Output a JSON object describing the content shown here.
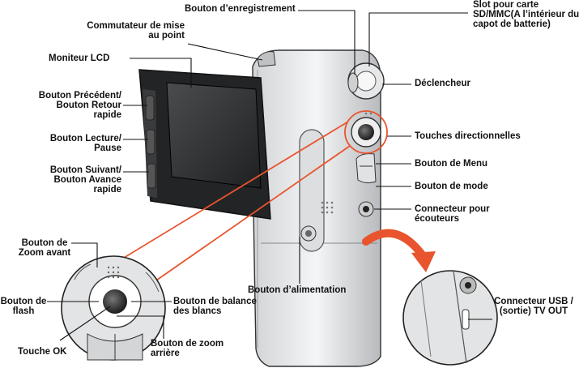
{
  "labels": {
    "record_button": "Bouton d’enregistrement",
    "card_slot": "Slot pour carte\nSD/MMC(A l’intérieur du\ncapot de batterie)",
    "focus_switch": "Commutateur de mise\nau point",
    "lcd_monitor": "Moniteur LCD",
    "previous_button": "Bouton Précédent/\nBouton Retour\nrapide",
    "play_pause_button": "Bouton Lecture/\nPause",
    "next_button": "Bouton Suivant/\nBouton Avance\nrapide",
    "shutter": "Déclencheur",
    "directional_keys": "Touches directionnelles",
    "menu_button": "Bouton de Menu",
    "mode_button": "Bouton de mode",
    "earphone_connector": "Connecteur pour\nécouteurs",
    "zoom_in": "Bouton de\nZoom avant",
    "flash_button": "Bouton de\nflash",
    "ok_key": "Touche OK",
    "white_balance": "Bouton de balance\ndes blancs",
    "zoom_out": "Bouton de zoom\narrière",
    "power_button": "Bouton d’alimentation",
    "usb_connector": "Connecteur USB /\n(sortie) TV OUT"
  },
  "colors": {
    "highlight": "#e8542d",
    "text": "#111111"
  }
}
